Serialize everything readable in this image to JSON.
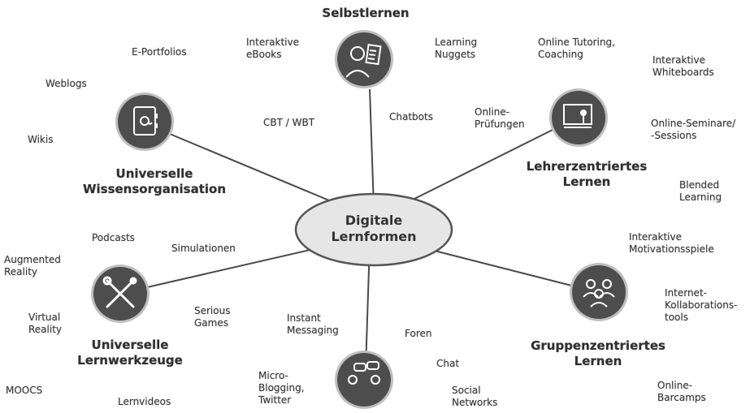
{
  "center": {
    "label": "Digitale\nLernformen"
  },
  "hubs": {
    "selbstlernen": "Selbstlernen",
    "lehrerzentriert": "Lehrerzentriertes\nLernen",
    "gruppenzentriert": "Gruppenzentriertes\nLernen",
    "lernwerkzeuge": "Universelle\nLernwerkzeuge",
    "wissensorganisation": "Universelle\nWissensorganisation"
  },
  "items": {
    "e_portfolios": "E-Portfolios",
    "weblogs": "Weblogs",
    "wikis": "Wikis",
    "interaktive_ebooks": "Interaktive\neBooks",
    "cbt_wbt": "CBT / WBT",
    "learning_nuggets": "Learning\nNuggets",
    "chatbots": "Chatbots",
    "online_tutoring": "Online Tutoring,\nCoaching",
    "interaktive_whiteboards": "Interaktive\nWhiteboards",
    "online_pruefungen": "Online-\nPrüfungen",
    "online_seminare": "Online-Seminare/\n-Sessions",
    "blended_learning": "Blended\nLearning",
    "interaktive_motivationsspiele": "Interaktive\nMotivationsspiele",
    "internet_kollaborationstools": "Internet-\nKollaborations-\ntools",
    "online_barcamps": "Online-\nBarcamps",
    "podcasts": "Podcasts",
    "simulationen": "Simulationen",
    "augmented_reality": "Augmented\nReality",
    "virtual_reality": "Virtual\nReality",
    "serious_games": "Serious\nGames",
    "moocs": "MOOCS",
    "lernvideos": "Lernvideos",
    "instant_messaging": "Instant\nMessaging",
    "foren": "Foren",
    "chat": "Chat",
    "social_networks": "Social\nNetworks",
    "micro_blogging": "Micro-\nBlogging,\nTwitter"
  },
  "colors": {
    "spoke": "#4a4a4a",
    "hub_fill": "#4d4d4d",
    "hub_ring": "#bfbfbf",
    "center_fill": "#e6e6e6",
    "center_stroke": "#555555",
    "icon": "#ffffff"
  }
}
